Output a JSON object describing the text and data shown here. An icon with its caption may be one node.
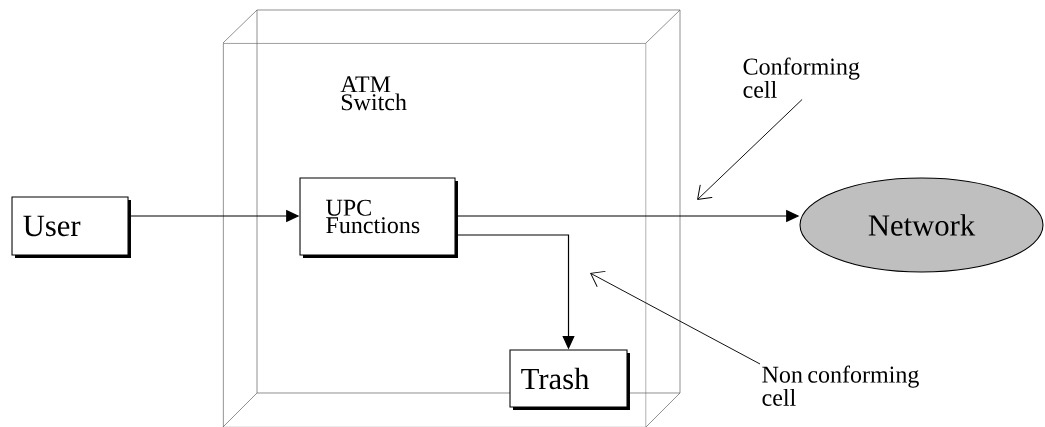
{
  "diagram": {
    "nodes": [
      {
        "text": [
          "ATM Switch"
        ]
      },
      {
        "text": [
          "User"
        ]
      },
      {
        "text": [
          "UPC Functions"
        ],
        "in": 0
      },
      {
        "text": [
          "Trash"
        ],
        "in": 0
      },
      {
        "text": [
          "Network"
        ]
      },
      {
        "text": [
          "Conforming cell"
        ]
      },
      {
        "text": [
          "Non conforming cell"
        ]
      }
    ],
    "edges": [
      {
        "from": 1,
        "to": 2,
        "arrow": "to"
      },
      {
        "from": 2,
        "to": 4,
        "arrow": "to"
      },
      {
        "from": 2,
        "to": 3,
        "arrow": "to"
      },
      {
        "from": 5,
        "to": null,
        "arrow": "to"
      },
      {
        "from": 6,
        "to": 0,
        "arrow": "to"
      }
    ]
  }
}
